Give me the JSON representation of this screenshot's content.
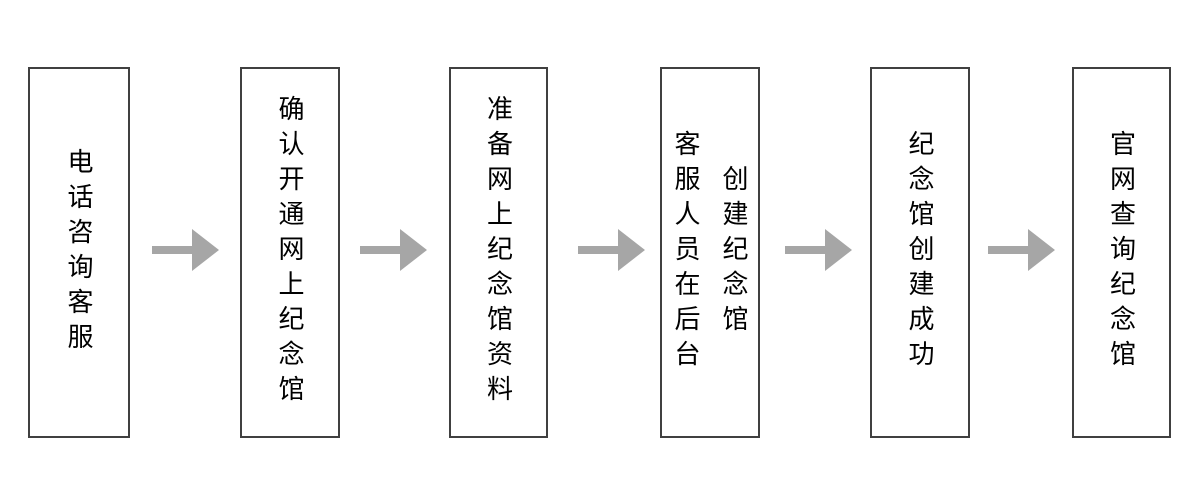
{
  "colors": {
    "background": "#ffffff",
    "box_fill": "#ffffff",
    "box_border": "#404040",
    "arrow_fill": "#a6a6a6",
    "text": "#000000"
  },
  "flow": {
    "type": "flowchart",
    "direction": "left-to-right",
    "connector_icon": "right-block-arrow",
    "steps": [
      {
        "id": 1,
        "lines": [
          "电话咨询客服"
        ]
      },
      {
        "id": 2,
        "lines": [
          "确认开通网上纪念馆"
        ]
      },
      {
        "id": 3,
        "lines": [
          "准备网上纪念馆资料"
        ]
      },
      {
        "id": 4,
        "lines": [
          "客服人员在后台",
          "创建纪念馆"
        ]
      },
      {
        "id": 5,
        "lines": [
          "纪念馆创建成功"
        ]
      },
      {
        "id": 6,
        "lines": [
          "官网查询纪念馆"
        ]
      }
    ]
  }
}
